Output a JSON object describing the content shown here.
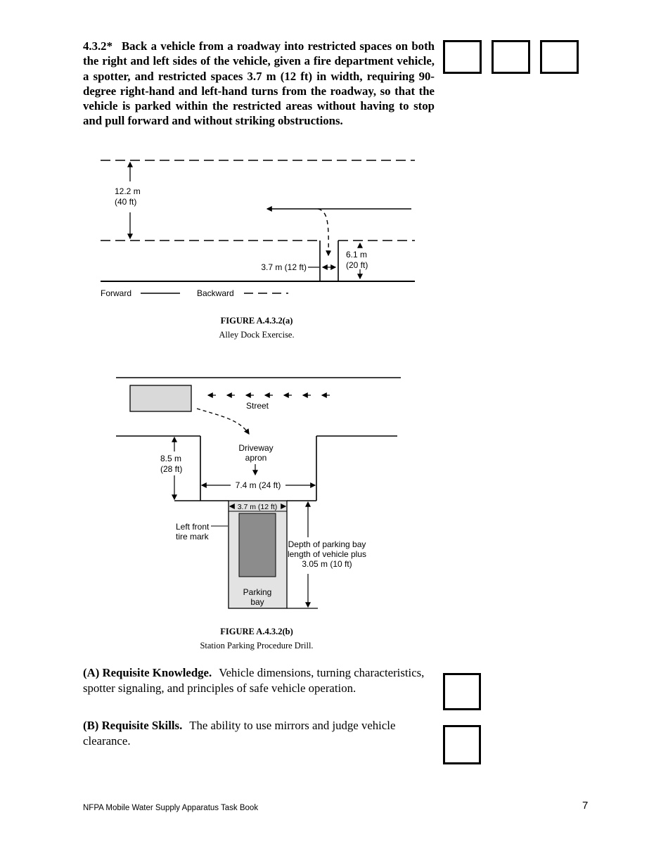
{
  "task": {
    "number": "4.3.2*",
    "body": "Back a vehicle from a roadway into restricted spaces on both the right and left sides of the vehicle, given a fire department vehicle, a spotter, and restricted spaces 3.7 m (12 ft) in width, requiring 90-degree right-hand and left-hand turns from the roadway, so that the vehicle is parked within the restricted areas without having to stop and pull forward and without striking obstructions."
  },
  "figure_a": {
    "caption_title": "FIGURE A.4.3.2(a)",
    "caption_subtitle": "Alley Dock Exercise.",
    "road_width_l1": "12.2 m",
    "road_width_l2": "(40 ft)",
    "alley_width": "3.7 m (12 ft)",
    "alley_depth_l1": "6.1 m",
    "alley_depth_l2": "(20 ft)",
    "legend_forward": "Forward",
    "legend_backward": "Backward"
  },
  "figure_b": {
    "caption_title": "FIGURE A.4.3.2(b)",
    "caption_subtitle": "Station Parking Procedure Drill.",
    "street": "Street",
    "driveway_l1": "Driveway",
    "driveway_l2": "apron",
    "apron_depth_l1": "8.5 m",
    "apron_depth_l2": "(28 ft)",
    "apron_width": "7.4 m (24 ft)",
    "bay_width": "3.7 m (12 ft)",
    "tire_mark_l1": "Left front",
    "tire_mark_l2": "tire mark",
    "depth_l1": "Depth of parking bay",
    "depth_l2": "length of vehicle plus",
    "depth_l3": "3.05 m (10 ft)",
    "bay_label_l1": "Parking",
    "bay_label_l2": "bay"
  },
  "requisite_a": {
    "label": "(A) Requisite Knowledge.",
    "text": "Vehicle dimensions, turning characteristics, spotter signaling, and principles of safe vehicle operation."
  },
  "requisite_b": {
    "label": "(B) Requisite Skills.",
    "text": "The ability to use mirrors and judge vehicle clearance."
  },
  "footer": {
    "book_title": "NFPA Mobile Water Supply Apparatus Task Book",
    "page_number": "7"
  },
  "colors": {
    "vehicle_fill": "#d9d9d9",
    "bay_fill": "#e3e3e3",
    "bay_vehicle_fill": "#8c8c8c",
    "line": "#000000"
  }
}
